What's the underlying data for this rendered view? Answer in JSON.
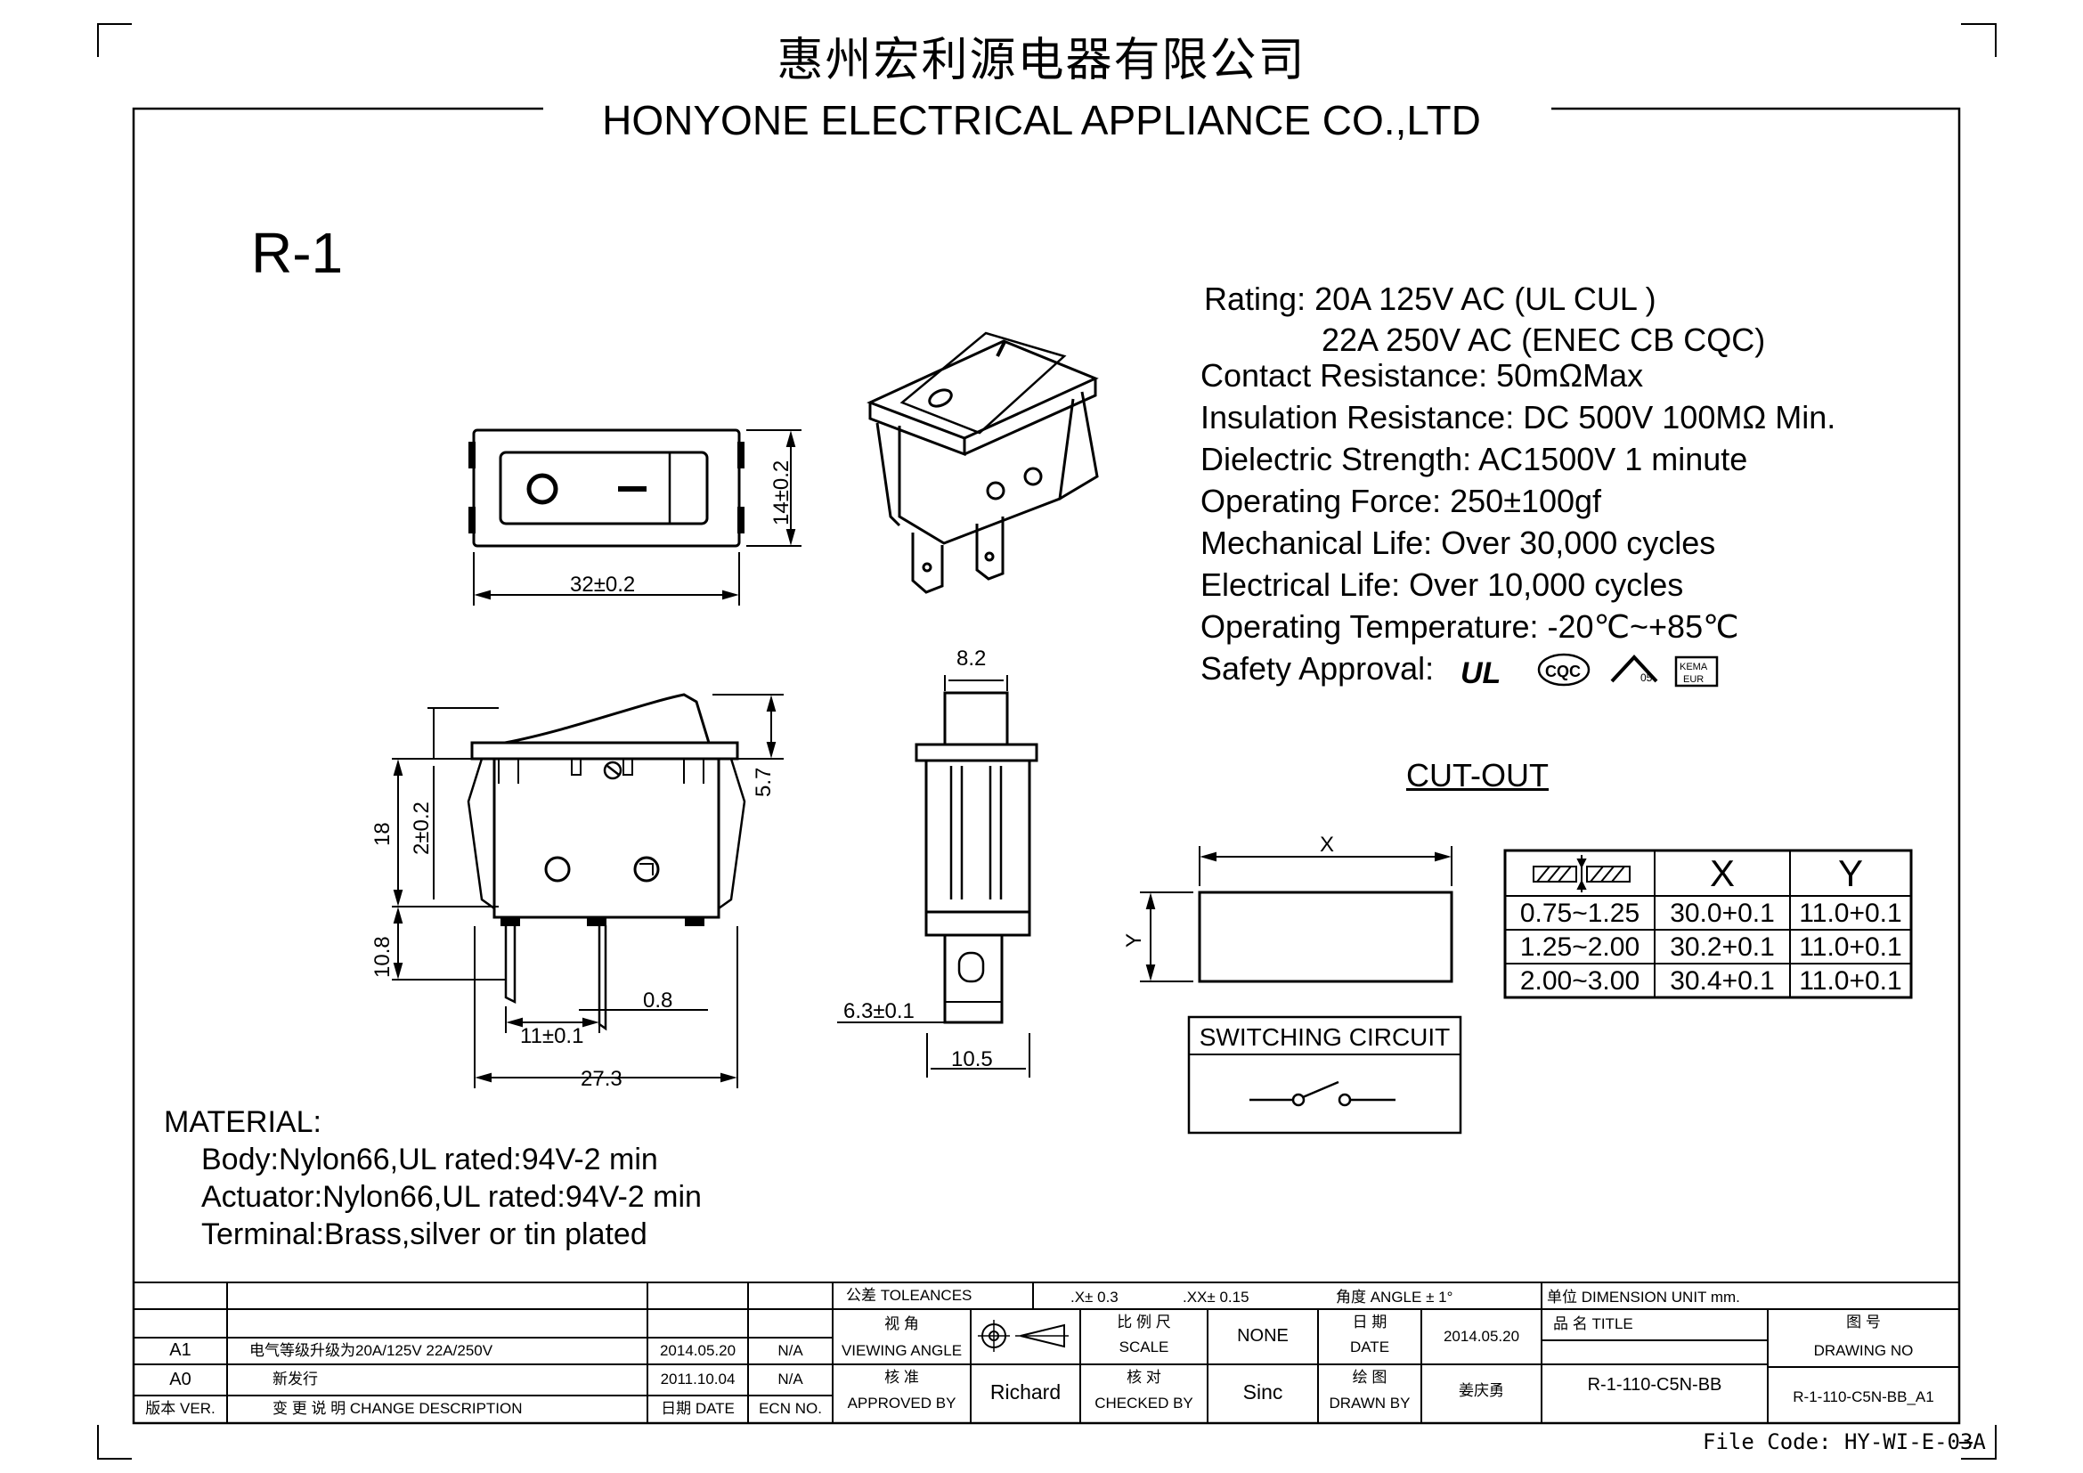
{
  "header": {
    "company_cn": "惠州宏利源电器有限公司",
    "company_en": "HONYONE ELECTRICAL APPLIANCE  CO.,LTD"
  },
  "model": "R-1",
  "specs": {
    "rating_1": "Rating: 20A 125V AC (UL  CUL  )",
    "rating_2": "22A 250V AC (ENEC CB CQC)",
    "contact": "Contact Resistance: 50mΩMax",
    "insulation": "Insulation Resistance: DC 500V 100MΩ  Min.",
    "dielectric": "Dielectric Strength: AC1500V 1 minute",
    "force": "Operating Force: 250±100gf",
    "mech_life": "Mechanical Life: Over 30,000 cycles",
    "elec_life": "Electrical Life: Over 10,000 cycles",
    "temp": "Operating Temperature: -20℃~+85℃",
    "safety": "Safety Approval:",
    "approval_marks": [
      "UL",
      "CQC",
      "ENEC",
      "KEMA"
    ]
  },
  "dimensions": {
    "top_width": "32±0.2",
    "top_height": "14±0.2",
    "front_18": "18",
    "front_2": "2±0.2",
    "front_57": "5.7",
    "front_108": "10.8",
    "front_08": "0.8",
    "front_11": "11±0.1",
    "front_273": "27.3",
    "side_82": "8.2",
    "side_63": "6.3±0.1",
    "side_105": "10.5"
  },
  "cutout": {
    "title": "CUT-OUT",
    "x_label": "X",
    "y_label": "Y",
    "col_x": "X",
    "col_y": "Y",
    "rows": [
      {
        "t": "0.75~1.25",
        "x": "30.0+0.1",
        "y": "11.0+0.1"
      },
      {
        "t": "1.25~2.00",
        "x": "30.2+0.1",
        "y": "11.0+0.1"
      },
      {
        "t": "2.00~3.00",
        "x": "30.4+0.1",
        "y": "11.0+0.1"
      }
    ]
  },
  "switching": {
    "title": "SWITCHING CIRCUIT"
  },
  "material": {
    "title": "MATERIAL:",
    "body": "Body:Nylon66,UL rated:94V-2 min",
    "actuator": "Actuator:Nylon66,UL rated:94V-2 min",
    "terminal": "Terminal:Brass,silver or tin plated"
  },
  "titleblock": {
    "rev_a1": "A1",
    "rev_a1_desc": "电气等级升级为20A/125V  22A/250V",
    "rev_a1_date": "2014.05.20",
    "rev_a1_ecn": "N/A",
    "rev_a0": "A0",
    "rev_a0_desc": "新发行",
    "rev_a0_date": "2011.10.04",
    "rev_a0_ecn": "N/A",
    "ver_label": "版本 VER.",
    "change_label": "变 更 说 明  CHANGE DESCRIPTION",
    "date_label": "日期 DATE",
    "ecn_label": "ECN NO.",
    "tol_label": "公差 TOLEANCES",
    "tol_x": ".X± 0.3",
    "tol_xx": ".XX± 0.15",
    "tol_angle": "角度 ANGLE ± 1°",
    "unit_label": "单位    DIMENSION UNIT      mm.",
    "view_cn": "视 角",
    "view_en": "VIEWING ANGLE",
    "scale_cn": "比 例 尺",
    "scale_en": "SCALE",
    "scale_val": "NONE",
    "date_cn": "日  期",
    "date_en": "DATE",
    "date_val": "2014.05.20",
    "name_label": "品  名          TITLE",
    "drawing_cn": "图  号",
    "drawing_en": "DRAWING NO",
    "approved_cn": "核  准",
    "approved_en": "APPROVED BY",
    "approved_val": "Richard",
    "checked_cn": "核  对",
    "checked_en": "CHECKED BY",
    "checked_val": "Sinc",
    "drawn_cn": "绘  图",
    "drawn_en": "DRAWN BY",
    "drawn_val": "姜庆勇",
    "title_val": "R-1-110-C5N-BB",
    "drawing_val": "R-1-110-C5N-BB_A1",
    "file_code": "File Code: HY-WI-E-03A"
  }
}
